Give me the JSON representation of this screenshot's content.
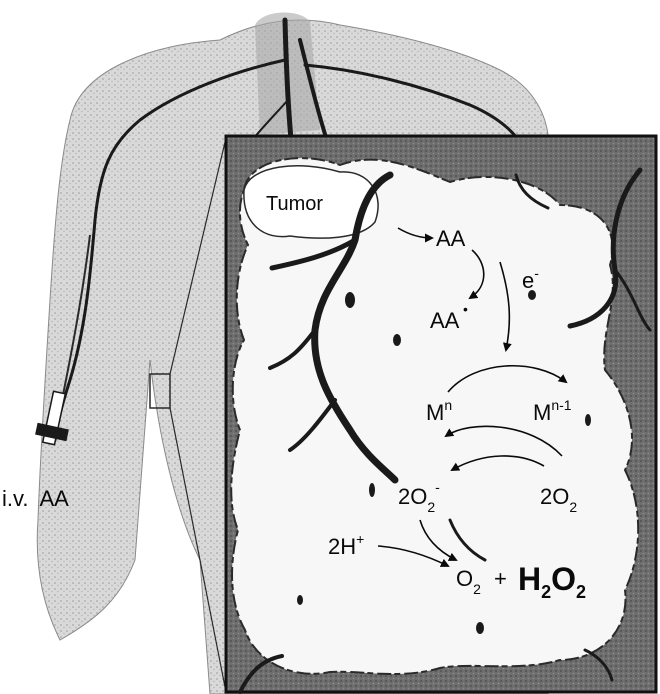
{
  "labels": {
    "tumor": "Tumor",
    "aa": "AA",
    "aa_radical": "AA",
    "radical_dot": "•",
    "electron": "e",
    "electron_charge": "-",
    "metal_n_base": "M",
    "metal_n_sup": "n",
    "metal_n1_base": "M",
    "metal_n1_sup": "n-1",
    "superoxide_coef": "2O",
    "superoxide_sub": "2",
    "superoxide_charge": "-",
    "oxygen_coef": "2O",
    "oxygen_sub": "2",
    "protons": "2H",
    "protons_charge": "+",
    "product_o2": "O",
    "product_o2_sub": "2",
    "plus": "+",
    "h2o2_h": "H",
    "h2o2_sub1": "2",
    "h2o2_o": "O",
    "h2o2_sub2": "2",
    "iv_route": "i.v.  AA"
  },
  "colors": {
    "ink": "#0a0a0a",
    "panel_bg": "#6e6e6e",
    "tumor_fill": "#f6f6f6",
    "body_fill": "#dcdcdc",
    "vessel": "#1a1a1a"
  }
}
